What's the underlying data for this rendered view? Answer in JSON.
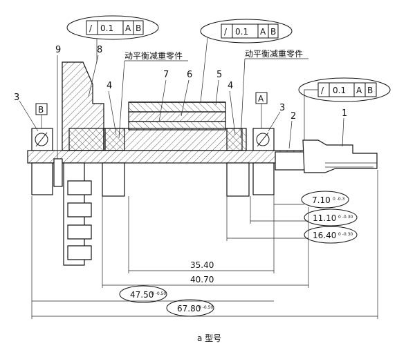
{
  "caption": "a 型号",
  "zh_label": "动平衡减重零件",
  "part_numbers": {
    "p1": "1",
    "p2": "2",
    "p3": "3",
    "p4": "4",
    "p5": "5",
    "p6": "6",
    "p7": "7",
    "p8": "8",
    "p9": "9"
  },
  "datums": {
    "a": "A",
    "b": "B"
  },
  "tolerance_frame": {
    "symbol": "/",
    "value": "0.1",
    "datum1": "A",
    "datum2": "B"
  },
  "dims": {
    "d1": "7.10",
    "d1_tol": "0 -0.3",
    "d2": "11.10",
    "d2_tol": "0 -0.30",
    "d3": "16.40",
    "d3_tol": "0 -0.30",
    "d4": "35.40",
    "d5": "40.70",
    "d6": "47.50",
    "d6_tol": "0 -0.50",
    "d7": "67.80",
    "d7_tol": "0 -0.50"
  }
}
